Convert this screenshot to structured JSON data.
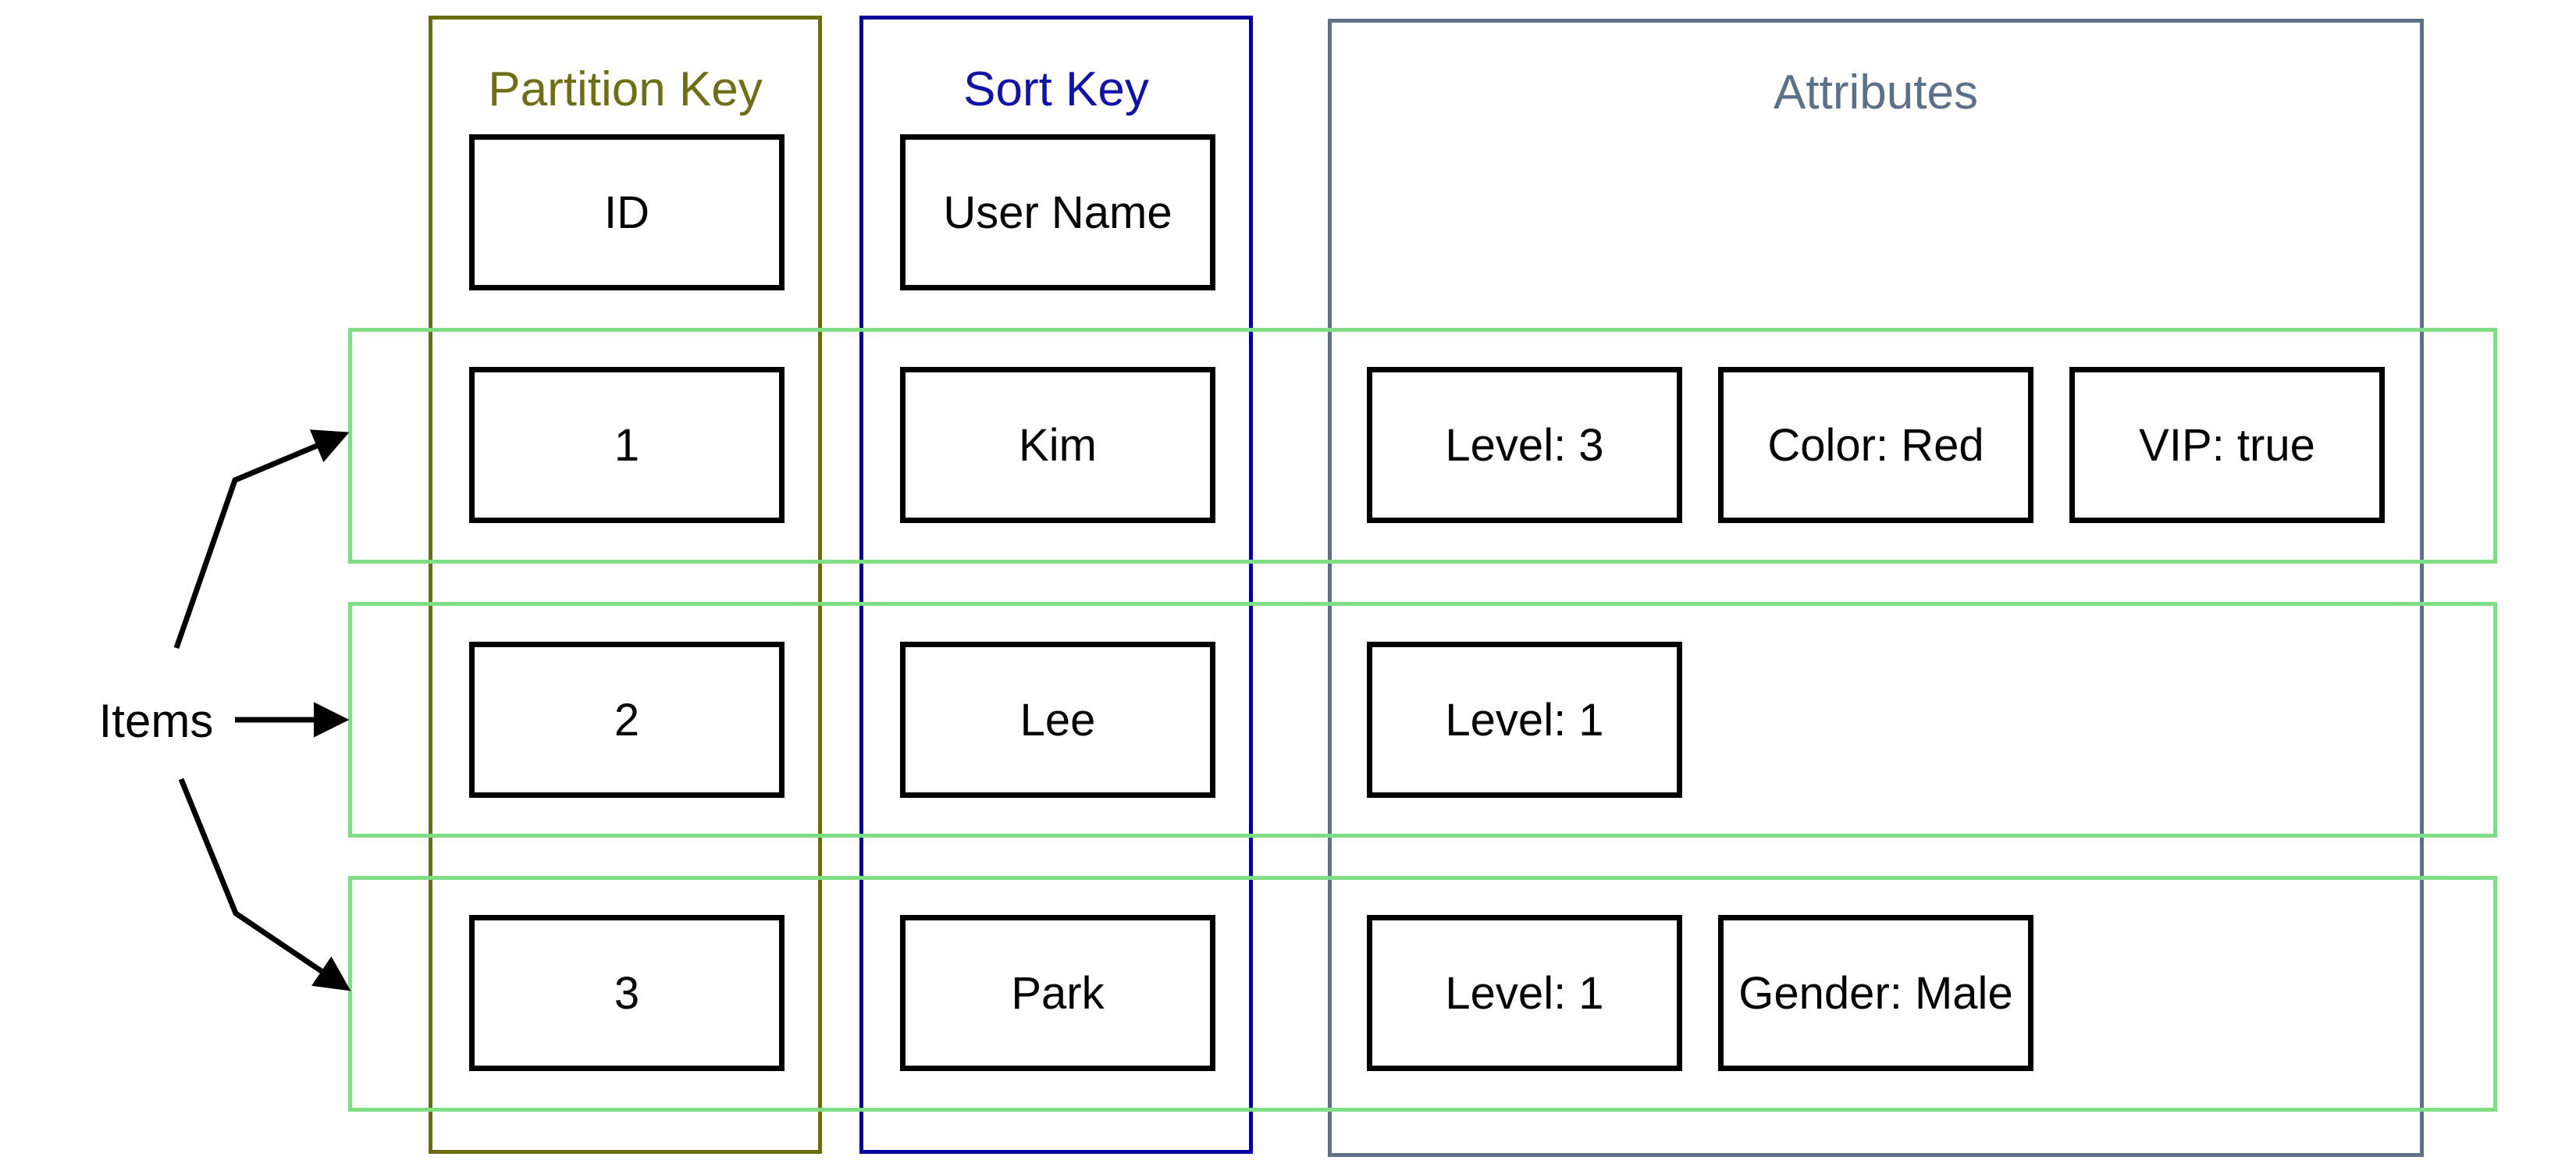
{
  "diagram": {
    "items_label": "Items",
    "partition": {
      "label": "Partition Key",
      "header": "ID"
    },
    "sort": {
      "label": "Sort Key",
      "header": "User Name"
    },
    "attributes": {
      "label": "Attributes"
    },
    "rows": [
      {
        "partition_key": "1",
        "sort_key": "Kim",
        "attrs": [
          "Level: 3",
          "Color: Red",
          "VIP: true"
        ]
      },
      {
        "partition_key": "2",
        "sort_key": "Lee",
        "attrs": [
          "Level: 1"
        ]
      },
      {
        "partition_key": "3",
        "sort_key": "Park",
        "attrs": [
          "Level: 1",
          "Gender: Male"
        ]
      }
    ],
    "colors": {
      "partition_key": "#6B6B10",
      "partition_label": "#6E6E16",
      "sort_key": "#0101A0",
      "sort_label": "#1212A4",
      "attributes": "#5C7187",
      "item_row": "#7FDD84",
      "cell_border": "#000000",
      "text": "#000000",
      "background": "#FFFFFF"
    }
  }
}
